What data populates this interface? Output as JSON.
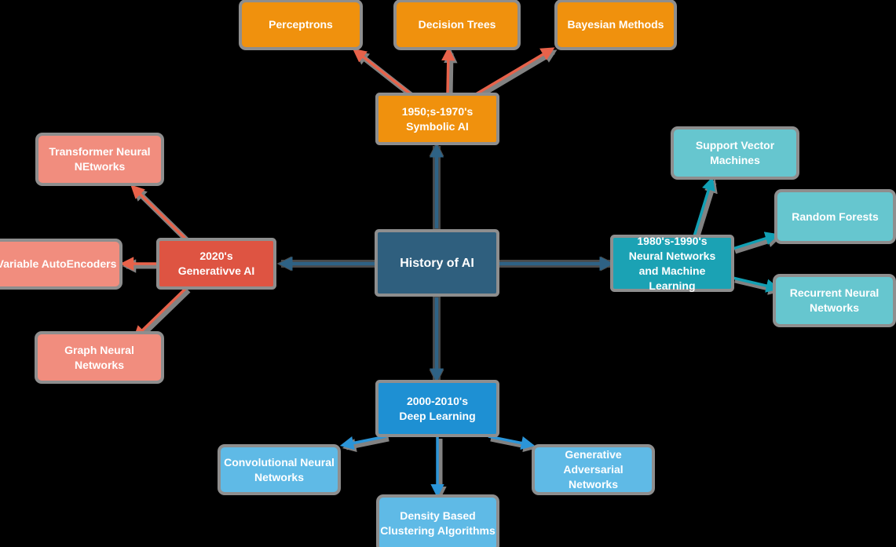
{
  "colors": {
    "background": "#000000",
    "center_fill": "#2F5F7E",
    "center_edge": "#2E6285",
    "edge_shadow": "#8A8A8A",
    "edge_shadow_dark": "#4A4A4A",
    "box_outline": "#8E8E8E",
    "orange_fill": "#F0910D",
    "coral_arrow": "#E8624A",
    "red_fill": "#DE5442",
    "salmon_fill": "#F18D7E",
    "teal_fill": "#1BA2B4",
    "teal_light_fill": "#66C6CF",
    "teal_arrow": "#12A0B4",
    "blue_fill": "#1E90D3",
    "blue_light_fill": "#5FBAE6",
    "blue_arrow": "#2B95D8",
    "text": "#FFFFFF"
  },
  "nodes": {
    "center": {
      "label": "History of AI"
    },
    "symbolic": {
      "label": "1950;s-1970's\nSymbolic AI"
    },
    "perceptrons": {
      "label": "Perceptrons"
    },
    "decision_trees": {
      "label": "Decision Trees"
    },
    "bayesian": {
      "label": "Bayesian Methods"
    },
    "ml": {
      "label": "1980's-1990's\nNeural Networks\nand Machine\nLearning"
    },
    "svm": {
      "label": "Support Vector\nMachines"
    },
    "random_forests": {
      "label": "Random Forests"
    },
    "rnn": {
      "label": "Recurrent Neural\nNetworks"
    },
    "genai": {
      "label": "2020's\nGenerativve AI"
    },
    "transformer": {
      "label": "Transformer Neural\nNEtworks"
    },
    "vae": {
      "label": "Variable AutoEncoders"
    },
    "gnn": {
      "label": "Graph Neural\nNetworks"
    },
    "deep": {
      "label": "2000-2010's\nDeep Learning"
    },
    "cnn": {
      "label": "Convolutional Neural\nNetworks"
    },
    "dbscan": {
      "label": "Density Based\nClustering Algorithms"
    },
    "gan": {
      "label": "Generative Adversarial\nNetworks"
    }
  }
}
